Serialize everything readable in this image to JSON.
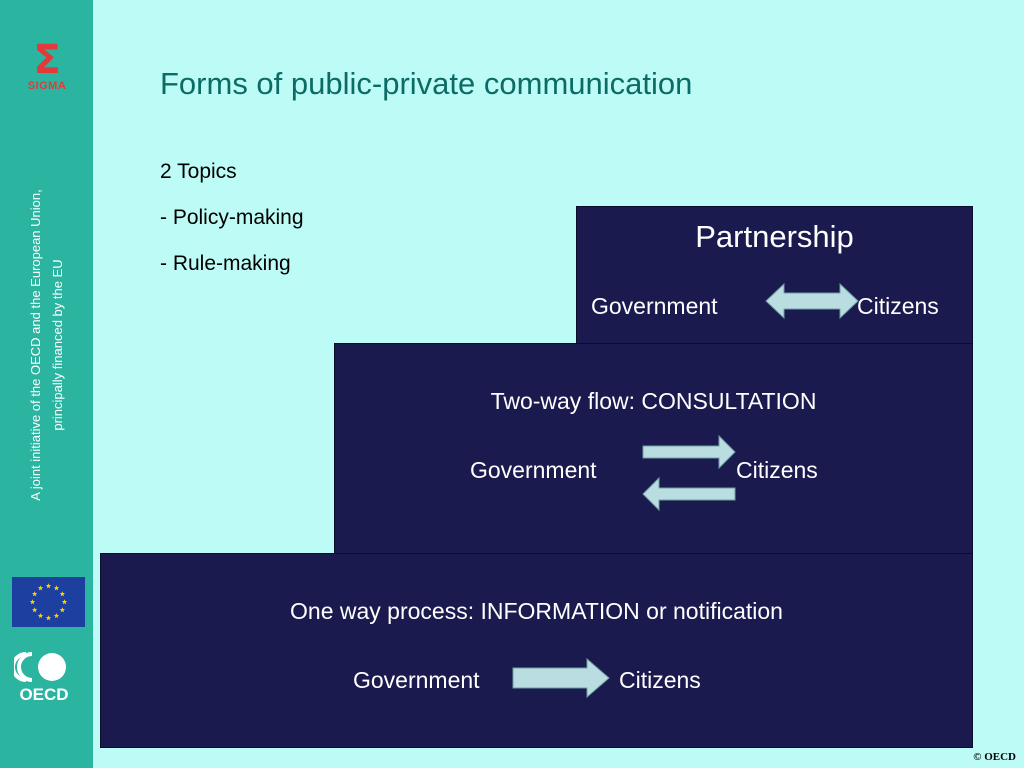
{
  "sidebar": {
    "logo_glyph": "Σ",
    "logo_text": "SIGMA",
    "vertical_line1": "A joint  initiative of the OECD and the European Union,",
    "vertical_line2": "principally financed by the EU",
    "eu_flag_icon": "eu-flag-icon",
    "oecd_logo_text": "OECD"
  },
  "slide": {
    "title": "Forms of public-private communication",
    "topics": [
      "2 Topics",
      "- Policy-making",
      "- Rule-making"
    ]
  },
  "levels": {
    "partnership": {
      "heading": "Partnership",
      "left": "Government",
      "right": "Citizens",
      "arrow": "double-headed-arrow-icon"
    },
    "consultation": {
      "heading": "Two-way flow: CONSULTATION",
      "left": "Government",
      "right": "Citizens",
      "arrow": "two-way-arrows-icon"
    },
    "information": {
      "heading": "One way process: INFORMATION or notification",
      "left": "Government",
      "right": "Citizens",
      "arrow": "right-arrow-icon"
    }
  },
  "footer": {
    "copyright": "© OECD"
  },
  "colors": {
    "background": "#bdfbf6",
    "sidebar": "#2bb5a0",
    "box": "#1b1a4e",
    "title": "#0d6b66",
    "arrow_fill": "#b9dde0"
  }
}
